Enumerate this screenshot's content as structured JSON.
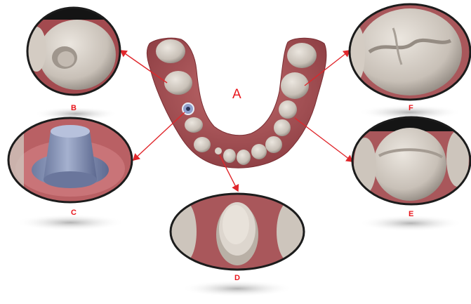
{
  "figure": {
    "main_label": "A",
    "panels": [
      {
        "label": "B"
      },
      {
        "label": "C"
      },
      {
        "label": "D"
      },
      {
        "label": "E"
      },
      {
        "label": "F"
      }
    ]
  },
  "colors": {
    "label": "#e8161c",
    "arrow": "#e0262b",
    "gum": "#b2575a",
    "gum_dark": "#7e3137",
    "tooth": "#cfc7be",
    "tooth_shadow": "#9c948c",
    "abutment": "#8593b6",
    "lens_rim": "#1c1c1c"
  }
}
